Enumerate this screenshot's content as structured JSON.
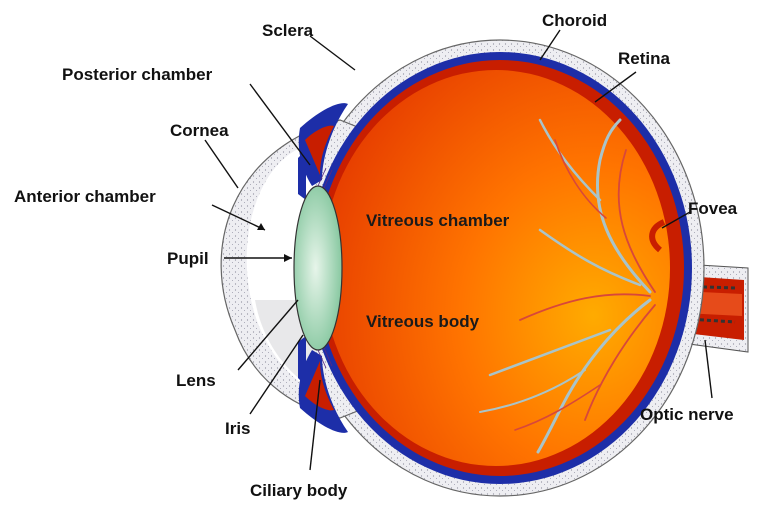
{
  "labels": {
    "sclera": "Sclera",
    "choroid": "Choroid",
    "retina": "Retina",
    "posterior_chamber": "Posterior chamber",
    "cornea": "Cornea",
    "anterior_chamber": "Anterior chamber",
    "pupil": "Pupil",
    "fovea": "Fovea",
    "vitreous_chamber": "Vitreous chamber",
    "vitreous_body": "Vitreous body",
    "lens": "Lens",
    "iris": "Iris",
    "optic_nerve": "Optic nerve",
    "ciliary_body": "Ciliary body"
  },
  "colors": {
    "sclera": "#e9e9ec",
    "choroid": "#1d2ea8",
    "retina": "#c81e00",
    "vitreous": "#f25a00",
    "vitreous_light": "#ff8a00",
    "lens": "#8fcfa7",
    "vessel_blue": "#a9c4c9",
    "vessel_red": "#d8473a"
  }
}
